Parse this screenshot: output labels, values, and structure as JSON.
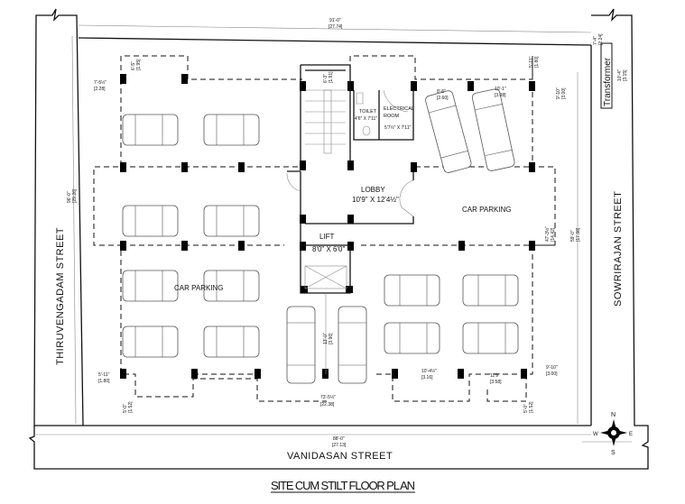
{
  "title": "SITE CUM STILT FLOOR PL AN",
  "streets": {
    "left": "THIRUVENGADAM  STREET",
    "right": "SOWRIRAJAN  STREET",
    "bottom": "VANIDASAN STREET"
  },
  "rooms": {
    "lobby": "LOBBY",
    "lobby_size": "10'9\" X 12'4½\"",
    "lift": "LIFT",
    "lift_size": "8'0\" X 6'0\"",
    "toilet": "TOILET",
    "toilet_size": "4'6\" X 7'11\"",
    "electrical": "ELECTRICAL",
    "electrical_room": "ROOM",
    "electrical_size": "5'7½\" X 7'11\"",
    "car_parking_left": "CAR PARKING",
    "car_parking_right": "CAR PARKING",
    "transformer": "Transformer"
  },
  "dimensions": {
    "top_overall": "91'-0\"",
    "top_overall_m": "[27.74]",
    "left_overall": "96'-0\"",
    "left_overall_m": "[29.26]",
    "right_overall": "59'-0\"",
    "right_overall_m": "[17.98]",
    "bottom_overall": "88'-0\"",
    "bottom_overall_m": "[27.13]",
    "left_setback": "7'-5½\"",
    "left_setback_m": "[2.28]",
    "bottom_left": "5'-11\"",
    "bottom_left_m": "[1.80]",
    "center_bottom": "73'-5½\"",
    "center_bottom_m": "[22.38]",
    "center_vertical": "13'-0\"",
    "center_vertical_m": "[3.96]",
    "bottom_mid": "10'-4½\"",
    "bottom_mid_m": "[3.16]",
    "bottom_right": "11'9\"",
    "bottom_right_m": "[3.58]",
    "right_lower": "9'-10\"",
    "right_lower_m": "[3.00]",
    "right_upper": "9'-10\"",
    "right_upper_m": "[3.00]",
    "right_top": "5'-11\"",
    "right_top_m": "[1.80]",
    "right_mid": "47'-3½\"",
    "right_mid_m": "[14.42]",
    "car_a": "8'-6\"",
    "car_a_m": "[2.60]",
    "car_b": "10'-1\"",
    "car_b_m": "[3.08]",
    "transformer_len": "10'-4\"",
    "transformer_len_m": "[3.15]",
    "corner_top": "7'-4\"",
    "corner_top_m": "[2.24]",
    "stair": "6'-3\"",
    "stair_m": "[1.91]",
    "left_top_small": "6'-5\"",
    "left_top_small_m": "[1.95]",
    "bottom_small_left": "5'-0\"",
    "bottom_small_left_m": "[1.52]",
    "bottom_small_right": "5'-0\"",
    "bottom_small_right_m": "[1.52]"
  },
  "compass": {
    "n": "N",
    "s": "S",
    "e": "E",
    "w": "W"
  }
}
